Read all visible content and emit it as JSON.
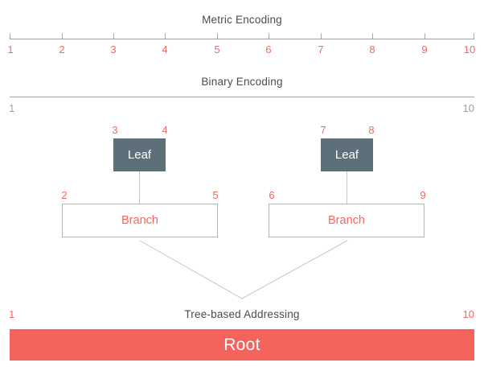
{
  "colors": {
    "accent": "#f4645c",
    "accent_text": "#f4675f",
    "leaf_bg": "#5d6f78",
    "heading_text": "#4c4c4c",
    "muted_text": "#9e9e9e",
    "ruler_line": "#a3a3a3",
    "connector_line": "#c6c6c6",
    "branch_border": "#b5b5b5"
  },
  "metric": {
    "title": "Metric Encoding",
    "tick_labels": [
      "1",
      "2",
      "3",
      "4",
      "5",
      "6",
      "7",
      "8",
      "9",
      "10"
    ]
  },
  "binary": {
    "title": "Binary Encoding",
    "left_label": "1",
    "right_label": "10"
  },
  "tree": {
    "title": "Tree-based Addressing",
    "leaves": [
      {
        "label": "Leaf",
        "range_start": "3",
        "range_end": "4"
      },
      {
        "label": "Leaf",
        "range_start": "7",
        "range_end": "8"
      }
    ],
    "branches": [
      {
        "label": "Branch",
        "range_start": "2",
        "range_end": "5"
      },
      {
        "label": "Branch",
        "range_start": "6",
        "range_end": "9"
      }
    ],
    "root": {
      "label": "Root",
      "range_start": "1",
      "range_end": "10"
    }
  }
}
